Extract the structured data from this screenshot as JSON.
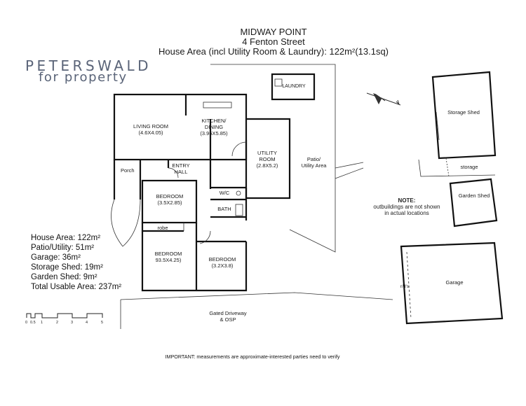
{
  "header": {
    "suburb": "MIDWAY POINT",
    "address": "4 Fenton Street",
    "house_area": "House Area (incl Utility Room & Laundry): 122m²(13.1sq)"
  },
  "brand": {
    "line1": "PETERSWALD",
    "line2": "for property"
  },
  "rooms": {
    "laundry": "LAUNDRY",
    "living": {
      "name": "LIVING ROOM",
      "size": "(4.6X4.05)"
    },
    "kitchen": {
      "name": "KITCHEN/",
      "name2": "DINING",
      "size": "(3.95X5.85)"
    },
    "utility": {
      "name": "UTILITY",
      "name2": "ROOM",
      "size": "(2.8X5.2)"
    },
    "patio": {
      "name": "Patio/",
      "name2": "Utility Area"
    },
    "porch": "Porch",
    "entry": {
      "name": "ENTRY",
      "name2": "HALL"
    },
    "bed1": {
      "name": "BEDROOM",
      "size": "(3.5X2.85)"
    },
    "wc": "W/C",
    "bath": "BATH",
    "robe": "robe",
    "bed2": {
      "name": "BEDROOM",
      "size": "93.5X4.25)"
    },
    "bed3": {
      "name": "BEDROOM",
      "size": "(3.2X3.8)"
    },
    "storage_shed": "Storage Shed",
    "storage": "storage",
    "garden_shed": {
      "name": "Garden Shed"
    },
    "garage": "Garage",
    "rds": "r/d's",
    "driveway": {
      "name": "Gated Driveway",
      "name2": "& OSP"
    }
  },
  "note": {
    "heading": "NOTE:",
    "line1": "outbuildings are not shown",
    "line2": "in actual locations"
  },
  "areas": [
    "House Area: 122m²",
    "Patio/Utility: 51m²",
    "Garage: 36m²",
    "Storage Shed: 19m²",
    "Garden Shed: 9m²",
    "Total Usable Area: 237m²"
  ],
  "scale": {
    "ticks": [
      "0",
      "0.5",
      "1",
      "2",
      "3",
      "4",
      "5"
    ]
  },
  "important": "IMPORTANT: measurements are approximate-interested parties need to verify",
  "colors": {
    "wall": "#111111",
    "brand": "#5a6478",
    "line": "#333333"
  }
}
